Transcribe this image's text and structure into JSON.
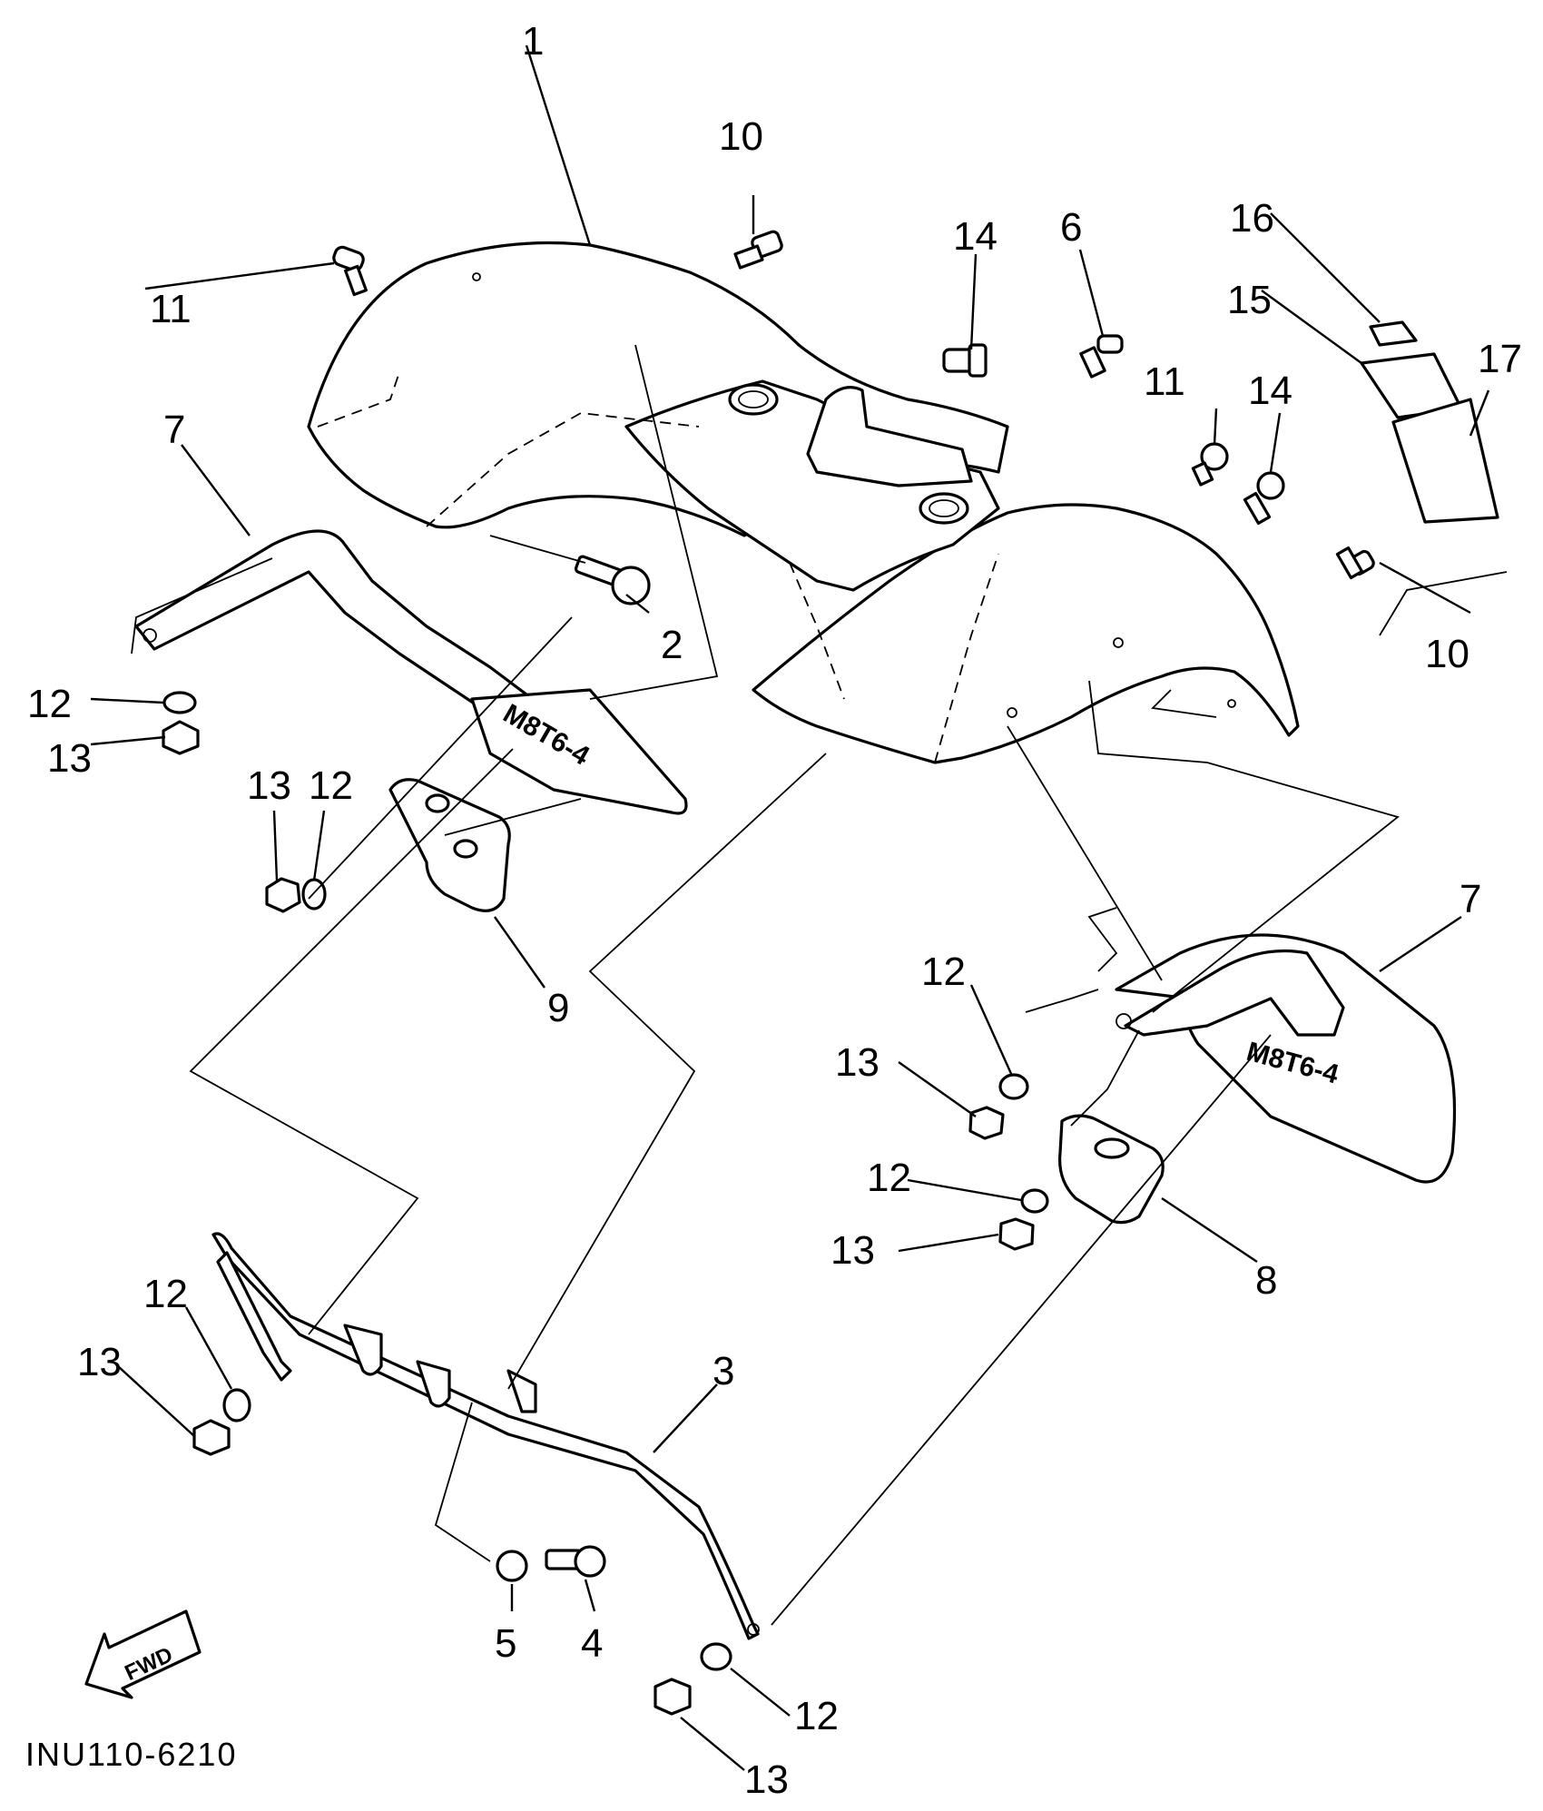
{
  "diagram": {
    "code": "INU110-6210",
    "fwd_label": "FWD",
    "stamp_left": "M8T6-4",
    "stamp_right": "M8T6-4",
    "callouts": {
      "c1": "1",
      "c2": "2",
      "c3": "3",
      "c4": "4",
      "c5": "5",
      "c6": "6",
      "c7a": "7",
      "c7b": "7",
      "c8": "8",
      "c9": "9",
      "c10a": "10",
      "c10b": "10",
      "c11a": "11",
      "c11b": "11",
      "c12a": "12",
      "c12b": "12",
      "c12c": "12",
      "c12d": "12",
      "c12e": "12",
      "c12f": "12",
      "c13a": "13",
      "c13b": "13",
      "c13c": "13",
      "c13d": "13",
      "c13e": "13",
      "c13f": "13",
      "c14a": "14",
      "c14b": "14",
      "c15": "15",
      "c16": "16",
      "c17": "17"
    }
  }
}
